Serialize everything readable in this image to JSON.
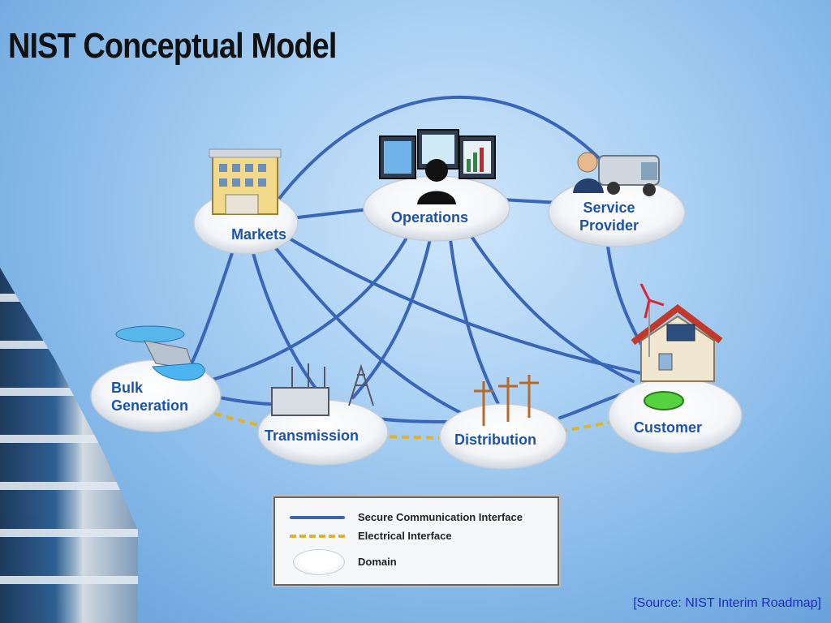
{
  "slide": {
    "title": "NIST Conceptual Model",
    "source": "[Source: NIST Interim Roadmap]"
  },
  "domains": {
    "markets": "Markets",
    "operations": "Operations",
    "service_provider_line1": "Service",
    "service_provider_line2": "Provider",
    "bulk_generation_line1": "Bulk",
    "bulk_generation_line2": "Generation",
    "transmission": "Transmission",
    "distribution": "Distribution",
    "customer": "Customer"
  },
  "legend": {
    "secure_communication": "Secure Communication Interface",
    "electrical": "Electrical Interface",
    "domain": "Domain"
  },
  "colors": {
    "communication_line": "#3a66b8",
    "electrical_line": "#e0b22a",
    "label_text": "#1c53a8"
  }
}
